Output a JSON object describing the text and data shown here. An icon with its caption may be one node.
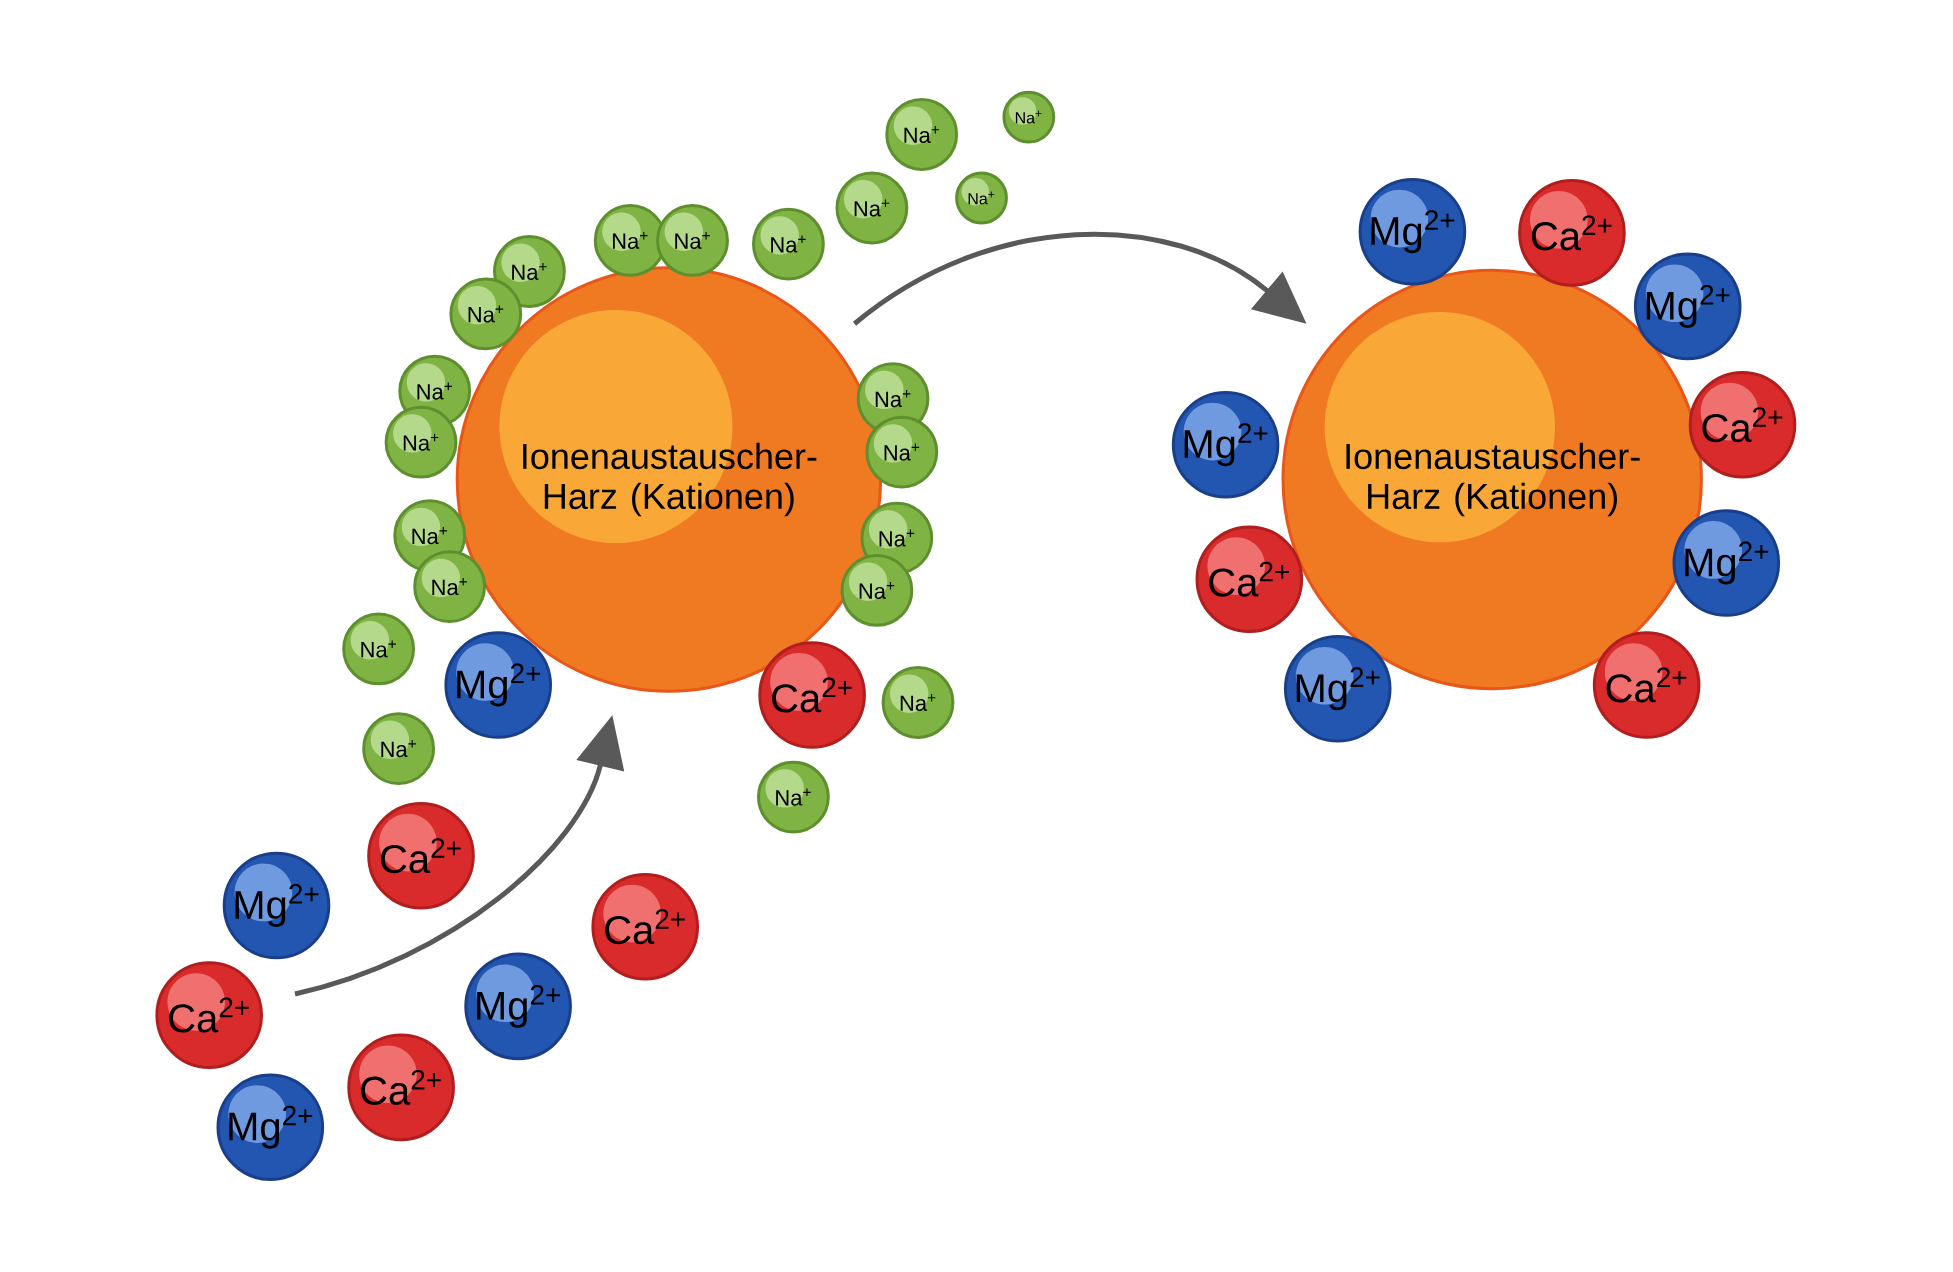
{
  "diagram": {
    "nodes": [
      {
        "text": [
          "Ionenaustauscher-Harz (Kationen)"
        ]
      },
      {
        "text": [
          "Ionenaustauscher-Harz (Kationen)"
        ]
      },
      {
        "text": [
          "Na$^{+}$"
        ]
      },
      {
        "text": [
          "Na$^{+}$"
        ]
      },
      {
        "text": [
          "Na$^{+}$"
        ]
      },
      {
        "text": [
          "Na$^{+}$"
        ]
      },
      {
        "text": [
          "Na$^{+}$"
        ]
      },
      {
        "text": [
          "Na$^{+}$"
        ]
      },
      {
        "text": [
          "Na$^{+}$"
        ]
      },
      {
        "text": [
          "Na$^{+}$"
        ]
      },
      {
        "text": [
          "Na$^{+}$"
        ]
      },
      {
        "text": [
          "Na$^{+}$"
        ]
      },
      {
        "text": [
          "Na$^{+}$"
        ]
      },
      {
        "text": [
          "Na$^{+}$"
        ]
      },
      {
        "text": [
          "Na$^{+}$"
        ]
      },
      {
        "text": [
          "Na$^{+}$"
        ]
      },
      {
        "text": [
          "Na$^{+}$"
        ]
      },
      {
        "text": [
          "Na$^{+}$"
        ]
      },
      {
        "text": [
          "Na$^{+}$"
        ]
      },
      {
        "text": [
          "Na$^{+}$"
        ]
      },
      {
        "text": [
          "Na$^{+}$"
        ]
      },
      {
        "text": [
          "Na$^{+}$"
        ]
      },
      {
        "text": [
          "Na$^{+}$"
        ]
      },
      {
        "text": [
          "Mg$^{2+}$"
        ]
      },
      {
        "text": [
          "Ca$^{2+}$"
        ]
      },
      {
        "text": [
          "Ca$^{2+}$"
        ]
      },
      {
        "text": [
          "Mg$^{2+}$"
        ]
      },
      {
        "text": [
          "Ca$^{2+}$"
        ]
      },
      {
        "text": [
          "Mg$^{2+}$"
        ]
      },
      {
        "text": [
          "Ca$^{2+}$"
        ]
      },
      {
        "text": [
          "Ca$^{2+}$"
        ]
      },
      {
        "text": [
          "Mg$^{2+}$"
        ]
      },
      {
        "text": [
          "Mg$^{2+}$"
        ]
      },
      {
        "text": [
          "Ca$^{2+}$"
        ]
      },
      {
        "text": [
          "Mg$^{2+}$"
        ]
      },
      {
        "text": [
          "Mg$^{2+}$"
        ]
      },
      {
        "text": [
          "Ca$^{2+}$"
        ]
      },
      {
        "text": [
          "Mg$^{2+}$"
        ]
      },
      {
        "text": [
          "Ca$^{2+}$"
        ]
      },
      {
        "text": [
          "Mg$^{2+}$"
        ]
      },
      {
        "text": [
          "Ca$^{2+}$"
        ]
      }
    ],
    "edges": [
      {
        "from": null,
        "to": 0,
        "arrow": "to"
      },
      {
        "from": 0,
        "to": 1,
        "arrow": "to"
      }
    ]
  }
}
